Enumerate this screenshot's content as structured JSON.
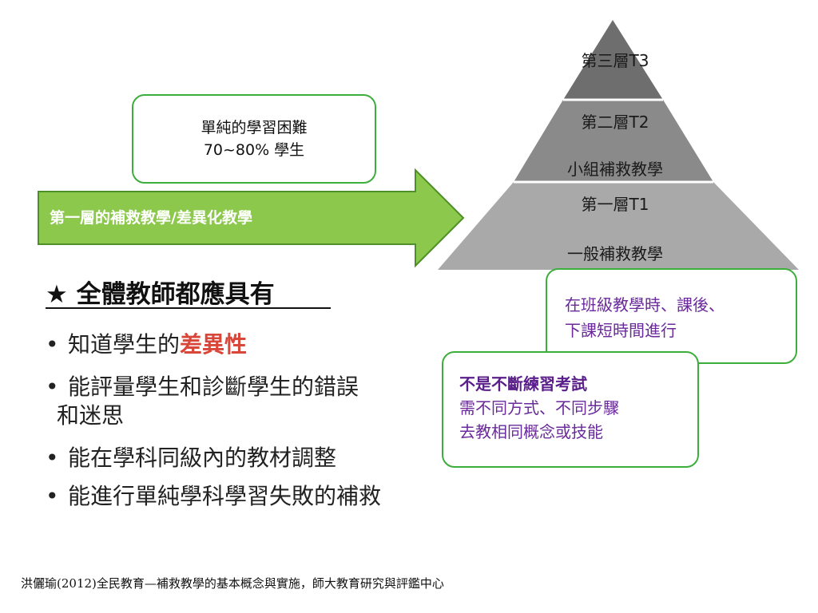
{
  "pyramid": {
    "tiers": [
      {
        "id": "T3",
        "title": "第三層T3",
        "subtitle": ""
      },
      {
        "id": "T2",
        "title": "第二層T2",
        "subtitle": "小組補救教學"
      },
      {
        "id": "T1",
        "title": "第一層T1",
        "subtitle": "一般補救教學"
      }
    ],
    "colors": {
      "top": "#6e6e6e",
      "middle": "#8a8a8a",
      "bottom": "#a9a9a9",
      "divider": "#ffffff"
    }
  },
  "callouts": {
    "difficulty": {
      "line1": "單純的學習困難",
      "line2": "70~80% 學生"
    },
    "timing": {
      "line1": "在班級教學時、課後、",
      "line2": "下課短時間進行"
    },
    "method": {
      "line1": "不是不斷練習考試",
      "line2": "需不同方式、不同步驟",
      "line3": "去教相同概念或技能"
    },
    "border_color": "#3cae3c"
  },
  "arrow": {
    "label": "第一層的補救教學/差異化教學",
    "fill": "#8bc84b"
  },
  "heading": {
    "text": "★ 全體教師都應具有"
  },
  "bullets": [
    {
      "prefix": "知道學生的",
      "accent": "差異性"
    },
    {
      "line1": "能評量學生和診斷學生的錯誤",
      "line2": "和迷思"
    },
    {
      "text": "能在學科同級內的教材調整"
    },
    {
      "text": "能進行單純學科學習失敗的補救"
    }
  ],
  "citation": "洪儷瑜(2012)全民教育—補救教學的基本概念與實施，師大教育研究與評鑑中心"
}
